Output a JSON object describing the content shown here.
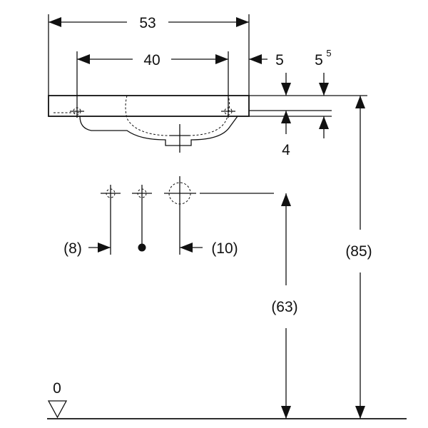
{
  "dimensions": {
    "overall_width": "53",
    "tap_hole_spacing": "40",
    "right_offset": "5",
    "rim_depth_base": "5",
    "rim_depth_sup": "5",
    "rim_thickness": "4",
    "left_hole_offset": "(8)",
    "right_hole_offset": "(10)",
    "waste_height": "(63)",
    "rim_height": "(85)",
    "floor_level": "0"
  }
}
